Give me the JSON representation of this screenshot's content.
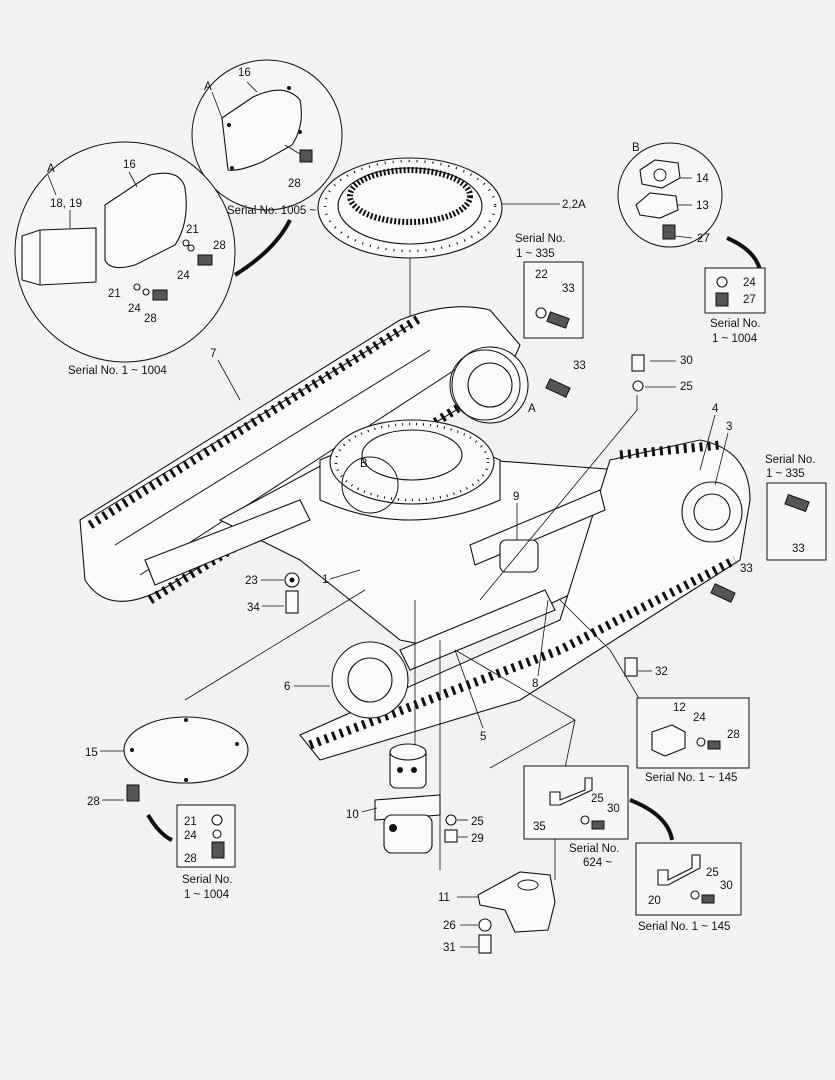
{
  "callouts": {
    "c16a": "16",
    "c28a": "28",
    "cA1": "A",
    "c16b": "16",
    "cA2": "A",
    "c1819": "18, 19",
    "c21a": "21",
    "c28b": "28",
    "c24a": "24",
    "c21b": "21",
    "c24b": "24",
    "c28c": "28",
    "c22a": "2,2A",
    "c22": "22",
    "c33a": "33",
    "cB1": "B",
    "c14": "14",
    "c13": "13",
    "c27a": "27",
    "c24c": "24",
    "c27b": "27",
    "c7": "7",
    "c33b": "33",
    "cA3": "A",
    "c30a": "30",
    "c25a": "25",
    "c4": "4",
    "c3": "3",
    "cB2": "B",
    "c33c": "33",
    "c9": "9",
    "c23": "23",
    "c1": "1",
    "c34": "34",
    "c33d": "33",
    "c32": "32",
    "c6": "6",
    "c8": "8",
    "c12": "12",
    "c24d": "24",
    "c28d": "28",
    "c5": "5",
    "c15": "15",
    "c28e": "28",
    "c21c": "21",
    "c24e": "24",
    "c28f": "28",
    "c10": "10",
    "c25b": "25",
    "c29": "29",
    "c25c": "25",
    "c30b": "30",
    "c35": "35",
    "c25d": "25",
    "c30c": "30",
    "c20": "20",
    "c11": "11",
    "c26": "26",
    "c31": "31"
  },
  "serial_labels": {
    "s1005": "Serial No. 1005 ~",
    "s1_1004_a": "Serial No. 1 ~ 1004",
    "s1_335_top_a": "Serial No.",
    "s1_335_top_b": "1 ~ 335",
    "s1_1004_b_a": "Serial No.",
    "s1_1004_b_b": "1 ~ 1004",
    "s1_335_right_a": "Serial No.",
    "s1_335_right_b": "1 ~ 335",
    "s1_145_a": "Serial No. 1 ~ 145",
    "s1_1004_c_a": "Serial No.",
    "s1_1004_c_b": "1 ~ 1004",
    "s624_a": "Serial No.",
    "s624_b": "624 ~",
    "s1_145_b": "Serial No. 1 ~ 145"
  }
}
